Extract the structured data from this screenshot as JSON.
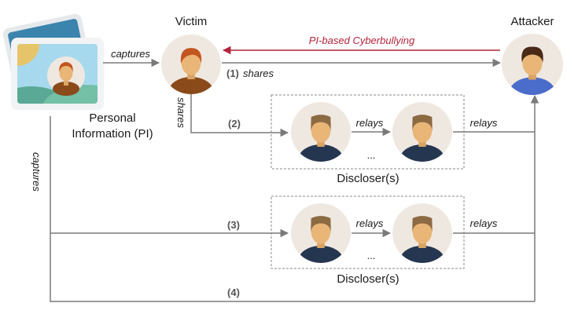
{
  "nodes": {
    "victim": {
      "label": "Victim"
    },
    "attacker": {
      "label": "Attacker"
    },
    "pi": {
      "label_line1": "Personal",
      "label_line2": "Information (PI)"
    },
    "discloser_group_1": {
      "label": "Discloser(s)",
      "ellipsis": "..."
    },
    "discloser_group_2": {
      "label": "Discloser(s)",
      "ellipsis": "..."
    }
  },
  "edges": {
    "pi_to_victim": "captures",
    "cyberbullying": "PI-based Cyberbullying",
    "victim_to_attacker_num": "(1)",
    "victim_to_attacker_label": "shares",
    "victim_shares_vertical": "shares",
    "path2": "(2)",
    "path3": "(3)",
    "path4": "(4)",
    "pi_captures_vertical": "captures",
    "relay1_inner": "relays",
    "relay1_outer": "relays",
    "relay2_inner": "relays",
    "relay2_outer": "relays"
  },
  "colors": {
    "line": "#7a7a7a",
    "accent_red": "#b4243a",
    "text": "#1a1a1a",
    "avatar_bg": "#efe8e1",
    "skin": "#e9b677",
    "victim_hair": "#c2561f",
    "victim_shirt": "#8a4a1a",
    "attacker_hair": "#4a2a16",
    "attacker_shirt": "#4a6ccb",
    "discloser_hair": "#8c6a42",
    "discloser_shirt": "#253650"
  }
}
